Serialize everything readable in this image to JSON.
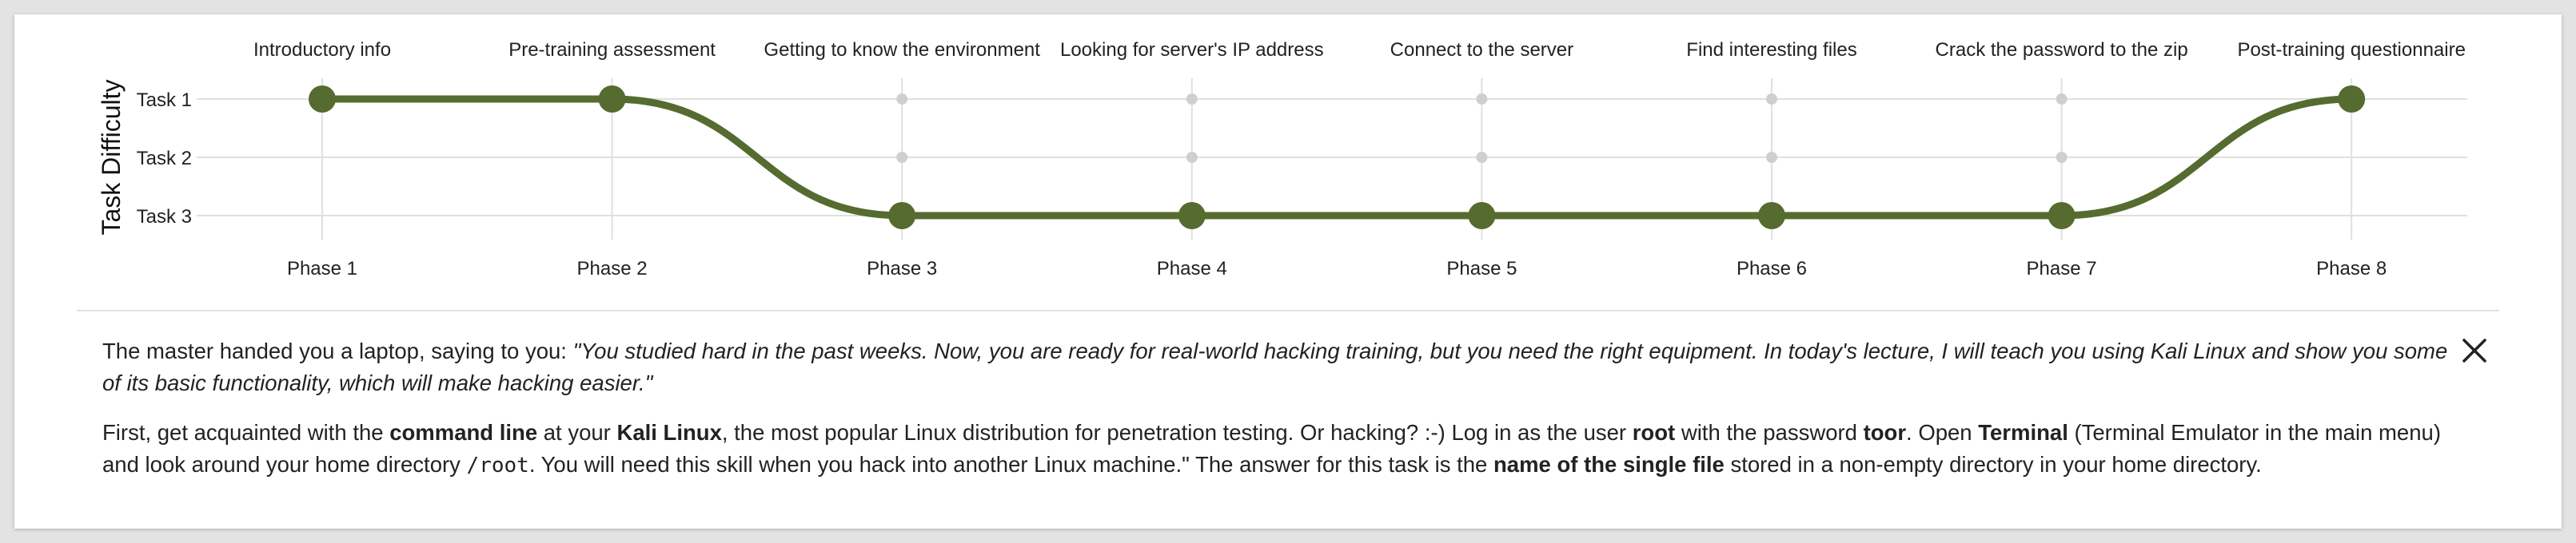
{
  "colors": {
    "line": "#566b2f",
    "node_active": "#566b2f",
    "node_inactive": "#cfcfcf",
    "grid": "#e0e0e0",
    "background": "#ffffff"
  },
  "chart_data": {
    "type": "line",
    "ylabel": "Task Difficulty",
    "y_levels": [
      "Task 1",
      "Task 2",
      "Task 3"
    ],
    "categories": [
      "Phase 1",
      "Phase 2",
      "Phase 3",
      "Phase 4",
      "Phase 5",
      "Phase 6",
      "Phase 7",
      "Phase 8"
    ],
    "phase_titles": [
      "Introductory info",
      "Pre-training assessment",
      "Getting to know the environment",
      "Looking for server's IP address",
      "Connect to the server",
      "Find interesting files",
      "Crack the password to the zip",
      "Post-training questionnaire"
    ],
    "values": [
      1,
      1,
      3,
      3,
      3,
      3,
      3,
      1
    ],
    "levels_per_phase": [
      1,
      1,
      3,
      3,
      3,
      3,
      3,
      1
    ]
  },
  "description": {
    "p1_intro": "The master handed you a laptop, saying to you: ",
    "p1_quote": "\"You studied hard in the past weeks. Now, you are ready for real-world hacking training, but you need the right equipment. In today's lecture, I will teach you using Kali Linux and show you some of its basic functionality, which will make hacking easier.\"",
    "p2_t1": "First, get acquainted with the ",
    "p2_b1": "command line",
    "p2_t2": " at your ",
    "p2_b2": "Kali Linux",
    "p2_t3": ", the most popular Linux distribution for penetration testing. Or hacking? :-) Log in as the user ",
    "p2_b3": "root",
    "p2_t4": " with the password ",
    "p2_b4": "toor",
    "p2_t5": ". Open ",
    "p2_b5": "Terminal",
    "p2_t6": " (Terminal Emulator in the main menu) and look around your home directory ",
    "p2_code": "/root",
    "p2_t7": ". You will need this skill when you hack into another Linux machine.\" The answer for this task is the ",
    "p2_b6": "name of the single file",
    "p2_t8": " stored in a non-empty directory in your home directory."
  },
  "close_icon": "close-icon"
}
